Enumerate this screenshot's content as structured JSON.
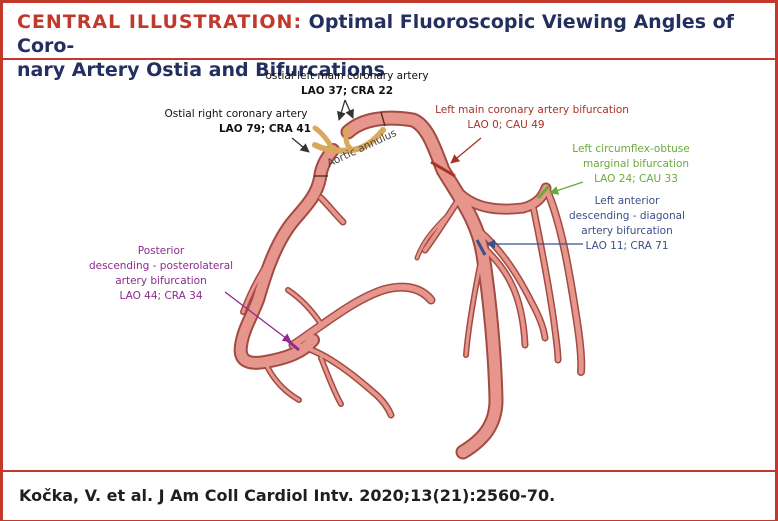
{
  "header": {
    "title_lead": "CENTRAL ILLUSTRATION:",
    "title_rest_line1": " Optimal Fluoroscopic Viewing Angles of Coro-",
    "title_rest_line2": "nary Artery Ostia and Bifurcations"
  },
  "labels": {
    "ostial_lm": {
      "line1": "ostial left main coronary artery",
      "line2": "LAO 37; CRA 22"
    },
    "ostial_rca": {
      "line1": "Ostial right coronary artery",
      "line2": "LAO 79; CRA 41"
    },
    "aortic_annulus": "Aortic annulus",
    "lm_bifurcation": {
      "line1": "Left main coronary artery bifurcation",
      "line2": "LAO 0; CAU 49"
    },
    "lcx_om": {
      "line1": "Left circumflex-obtuse",
      "line2": "marginal bifurcation",
      "line3": "LAO 24; CAU 33"
    },
    "lad_diagonal": {
      "line1": "Left anterior",
      "line2": "descending - diagonal",
      "line3": "artery bifurcation",
      "line4": "LAO 11; CRA 71"
    },
    "pda_pl": {
      "line1": "Posterior",
      "line2": "descending - posterolateral",
      "line3": "artery bifurcation",
      "line4": "LAO 44; CRA 34"
    }
  },
  "footer": {
    "citation": "Kočka, V. et al. J Am Coll Cardiol Intv. 2020;13(21):2560-70."
  },
  "colors": {
    "frame": "#c0392b",
    "title_navy": "#23305f",
    "artery_fill": "#e6968c",
    "artery_stroke": "#a24b43",
    "annulus": "#e4b978",
    "lm_label": "#a93226",
    "lcx_label": "#6aaa3a",
    "lad_label": "#3c4f8a",
    "pda_label": "#8e2b8e"
  }
}
